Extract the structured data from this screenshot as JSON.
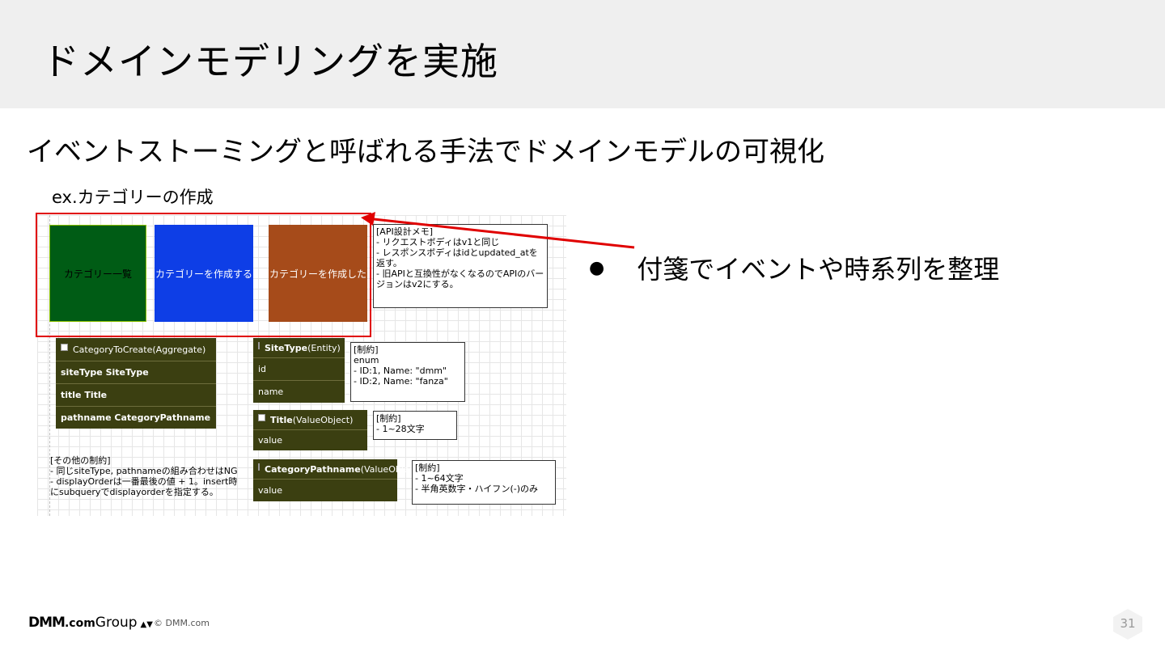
{
  "slide": {
    "title": "ドメインモデリングを実施",
    "subtitle": "イベントストーミングと呼ばれる手法でドメインモデルの可視化",
    "caption": "ex.カテゴリーの作成",
    "bullet": "付箋でイベントや時系列を整理",
    "page_number": "31"
  },
  "diagram": {
    "stickies": [
      "カテゴリー一覧",
      "カテゴリーを作成する",
      "カテゴリーを作成した"
    ],
    "api_note": "[API設計メモ]\n- リクエストボディはv1と同じ\n- レスポンスボディはidとupdated_atを返す。\n- 旧APIと互換性がなくなるのでAPIのバージョンはv2にする。",
    "aggregate": {
      "title": "CategoryToCreate(Aggregate)",
      "rows": [
        "siteType SiteType",
        "title Title",
        "pathname CategoryPathname"
      ]
    },
    "site_type": {
      "name": "SiteType",
      "kind": "(Entity)",
      "rows": [
        "id",
        "name"
      ],
      "note": "[制約]\nenum\n- ID:1, Name: \"dmm\"\n- ID:2, Name: \"fanza\""
    },
    "title_vo": {
      "name": "Title",
      "kind": "(ValueObject)",
      "rows": [
        "value"
      ],
      "note": "[制約]\n- 1~28文字"
    },
    "pathname_vo": {
      "name": "CategoryPathname",
      "kind": "(ValueObject)",
      "rows": [
        "value"
      ],
      "note": "[制約]\n- 1~64文字\n- 半角英数字・ハイフン(-)のみ"
    },
    "other_note": "[その他の制約]\n- 同じsiteType, pathnameの組み合わせはNG\n- displayOrderは一番最後の値 + 1。insert時にsubqueryでdisplayorderを指定する。"
  },
  "footer": {
    "logo_dmm": "DMM",
    "logo_com": ".com",
    "logo_group": "Group",
    "copyright": "© DMM.com"
  },
  "colors": {
    "title_band": "#efefef",
    "sticky_green": "#005c15",
    "sticky_blue": "#0e3ee6",
    "sticky_brown": "#a64b1a",
    "entity": "#3b3f11",
    "highlight_red": "#e00000"
  }
}
